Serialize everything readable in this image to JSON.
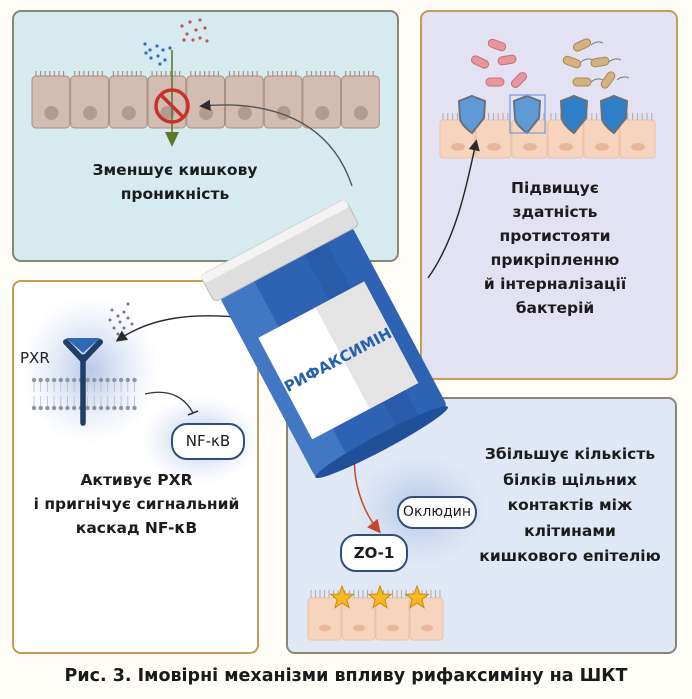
{
  "figure": {
    "caption": "Рис. 3. Імовірні механізми впливу рифаксиміну на ШКТ"
  },
  "drug": {
    "label": "РИФАКСИМІН",
    "bottle_color": "#2e63b3",
    "cap_color": "#dcdcdc"
  },
  "panels": {
    "permeability": {
      "lines": [
        "Зменшує кишкову",
        "проникність"
      ],
      "background": "#d6ebef",
      "icons": [
        "epithelium-icon",
        "no-entry-icon",
        "particles-icon",
        "down-arrow-icon"
      ]
    },
    "bacteria": {
      "lines": [
        "Підвищує",
        "здатність",
        "протистояти",
        "прикріпленню",
        "й інтерналізації",
        "бактерій"
      ],
      "background": "#e2e2f2",
      "icons": [
        "bacteria-icon",
        "shield-icon",
        "epithelium-icon"
      ]
    },
    "pxr": {
      "lines": [
        "Активує PXR",
        "і пригнічує сигнальний",
        "каскад NF-κB"
      ],
      "receptor_label": "PXR",
      "target_label": "NF-κB",
      "background": "#ffffff",
      "icons": [
        "receptor-icon",
        "membrane-icon",
        "inhibition-arrow-icon"
      ]
    },
    "tight_junctions": {
      "lines": [
        "Збільшує кількість",
        "білків щільних",
        "контактів між",
        "клітинами",
        "кишкового епітелію"
      ],
      "protein_1": "ZO-1",
      "protein_2": "Оклюдин",
      "background": "#e1e8f5",
      "icons": [
        "star-icon",
        "epithelium-icon"
      ]
    }
  },
  "colors": {
    "panel_border_gold": "#c89a55",
    "panel_border_gray": "#8b8577",
    "shield_blue": "#2f7fc8",
    "star_yellow": "#f5b91e",
    "no_entry_red": "#c9322c",
    "arrow_green": "#5a7a2a",
    "arrow_red": "#c24a2a"
  }
}
